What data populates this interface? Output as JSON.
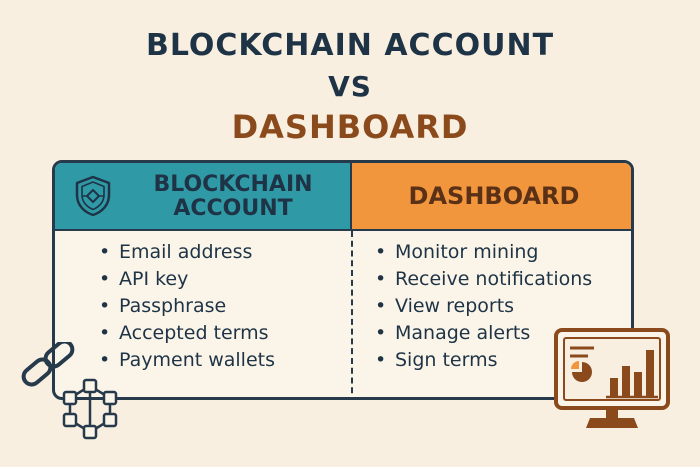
{
  "title": {
    "line1": "BLOCKCHAIN ACCOUNT",
    "line2": "VS",
    "line3": "DASHBOARD"
  },
  "left_column": {
    "heading": "BLOCKCHAIN ACCOUNT",
    "icon": "shield-icon",
    "color": "#2f99a6",
    "items": [
      "Email address",
      "API key",
      "Passphrase",
      "Accepted terms",
      "Payment wallets"
    ]
  },
  "right_column": {
    "heading": "DASHBOARD",
    "color": "#f1963d",
    "items": [
      "Monitor mining",
      "Receive notifications",
      "View reports",
      "Manage alerts",
      "Sign terms"
    ]
  },
  "decorations": {
    "left": "chain-network-icon",
    "right": "monitor-chart-icon"
  },
  "colors": {
    "background": "#f8efe0",
    "navy": "#1e3446",
    "brown": "#8b4a1c"
  }
}
